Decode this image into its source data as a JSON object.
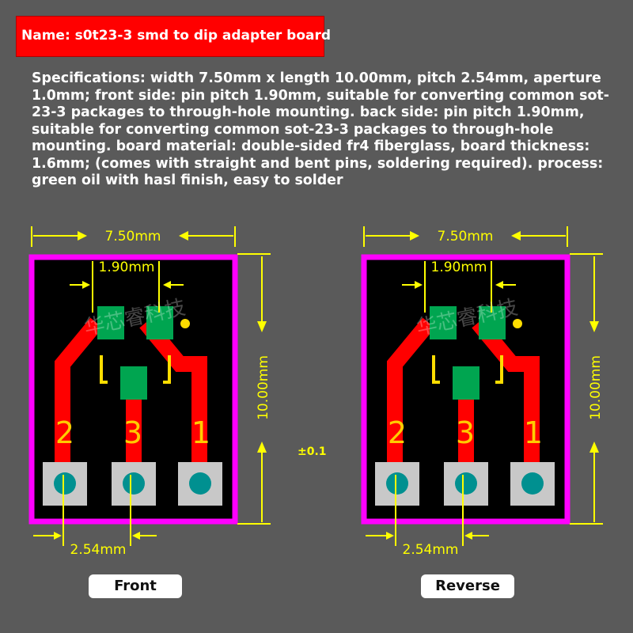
{
  "title": "Name: s0t23-3 smd to dip adapter board",
  "specifications": "Specifications: width 7.50mm x length 10.00mm, pitch 2.54mm, aperture 1.0mm; front side: pin pitch 1.90mm, suitable for converting common sot-23-3 packages to through-hole mounting. back side: pin pitch 1.90mm, suitable for converting common sot-23-3 packages to through-hole mounting. board material: double-sided fr4 fiberglass, board thickness: 1.6mm; (comes with straight and bent pins, soldering required). process: green oil with hasl finish, easy to solder",
  "dimensions": {
    "width": "7.50mm",
    "length": "10.00mm",
    "pin_pitch": "1.90mm",
    "dip_pitch": "2.54mm",
    "tolerance": "±0.1"
  },
  "pins": [
    "2",
    "3",
    "1"
  ],
  "watermark": "华芯睿科技",
  "labels": {
    "front": "Front",
    "reverse": "Reverse"
  },
  "colors": {
    "background": "#5a5a5a",
    "title_bg": "#ff0000",
    "board": "#000000",
    "outline": "#ff00ff",
    "trace": "#ff0000",
    "smd_pad": "#00a550",
    "dip_pad": "#c8c8c8",
    "hole": "#009090",
    "dimension": "#ffff00",
    "silk_text": "#ffcc00"
  }
}
